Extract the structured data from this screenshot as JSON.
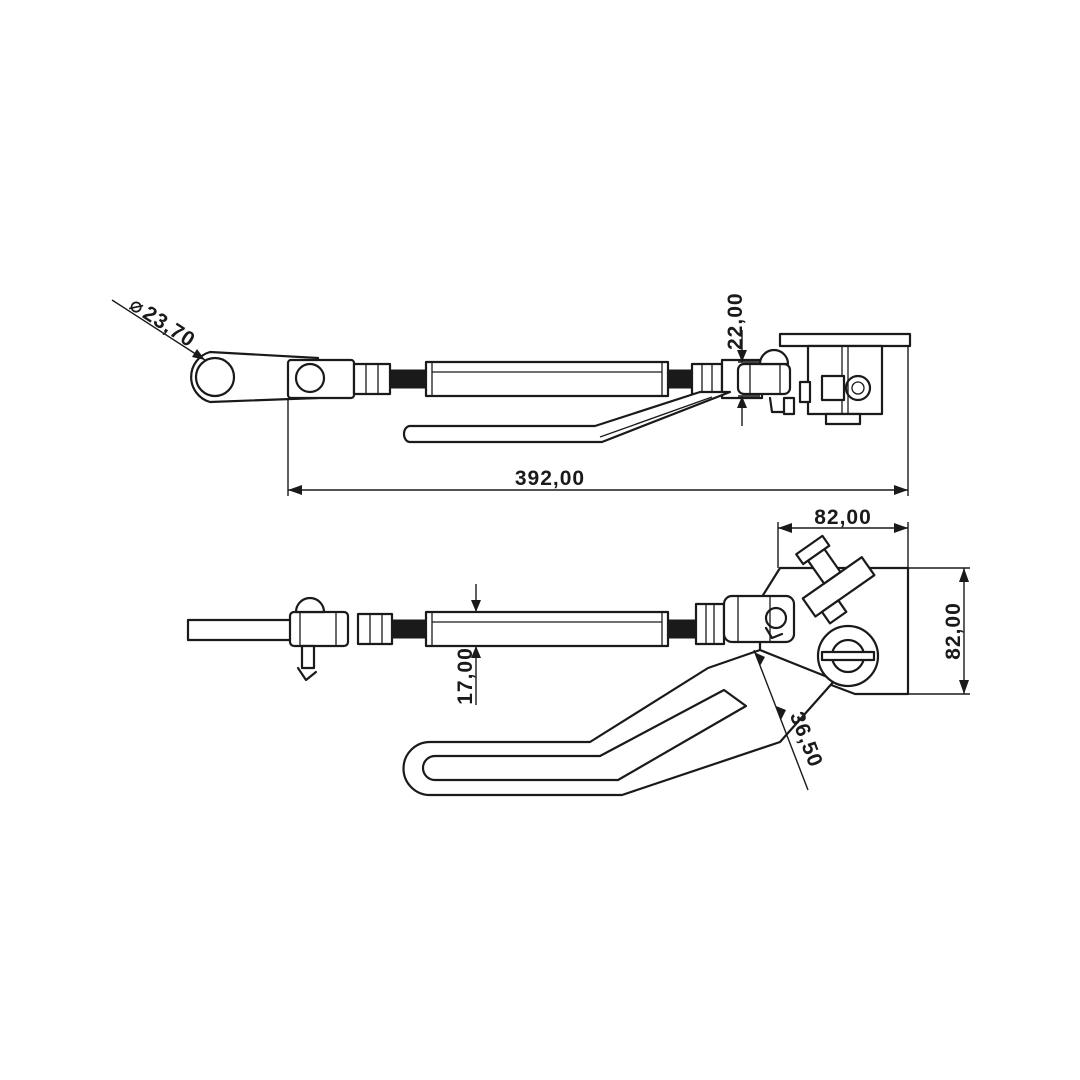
{
  "dimensions": {
    "eye_diameter": {
      "symbol": "⌀",
      "value": "23,70"
    },
    "clevis_height": "22,00",
    "overall_length": "392,00",
    "plate_width": "82,00",
    "plate_height": "82,00",
    "tube_diameter": "17,00",
    "lever_width": "36,50"
  },
  "colors": {
    "line": "#1a1a1a",
    "background": "#ffffff"
  }
}
